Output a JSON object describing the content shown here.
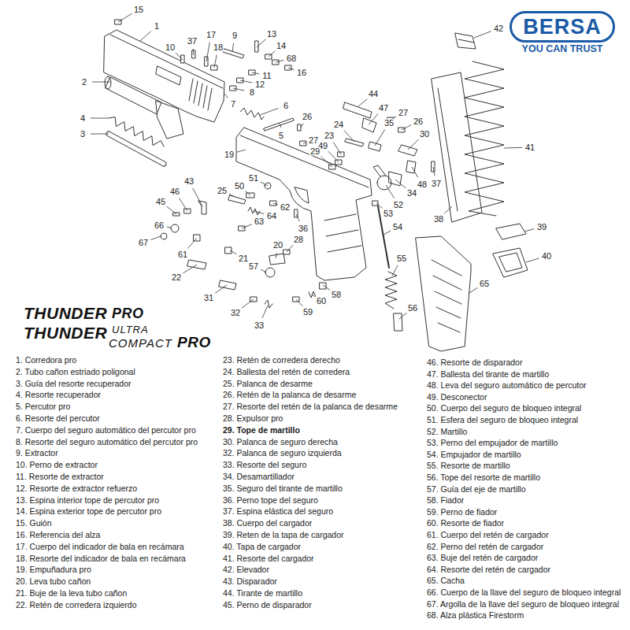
{
  "diagram": {
    "nodes": [
      {
        "text": [
          "BERSA",
          "YOU CAN TRUST"
        ]
      }
    ],
    "labels": [
      "15",
      "1",
      "42",
      "10",
      "37",
      "17",
      "18",
      "9",
      "13",
      "14",
      "68",
      "11",
      "16",
      "12",
      "8",
      "7",
      "2",
      "6",
      "4",
      "3",
      "5",
      "26",
      "27",
      "44",
      "47",
      "27",
      "35",
      "26",
      "30",
      "41",
      "24",
      "23",
      "49",
      "29",
      "19",
      "51",
      "50",
      "25",
      "43",
      "46",
      "45",
      "66",
      "67",
      "61",
      "64",
      "62",
      "63",
      "36",
      "28",
      "20",
      "57",
      "21",
      "22",
      "31",
      "32",
      "33",
      "59",
      "60",
      "58",
      "52",
      "53",
      "54",
      "55",
      "56",
      "34",
      "48",
      "37",
      "38",
      "39",
      "40",
      "65",
      "THUNDER",
      "PRO",
      "THUNDER",
      "ULTRA",
      "COMPACT",
      "PRO",
      "1. Corredora pro",
      "2. Tubo cañon estriado poligonal",
      "3. Guía del resorte recuperador",
      "4. Resorte recuperador",
      "5. Percutor pro",
      "6. Resorte del percutor",
      "7. Cuerpo del seguro automático del percutor pro",
      "8. Resorte del seguro automático del percutor pro",
      "9. Extractor",
      "10. Perno de extractor",
      "11. Resorte de extractor",
      "12. Resorte de extractor refuerzo",
      "13. Espina interior tope de percutor pro",
      "14. Espina exterior tope de percutor pro",
      "15. Guión",
      "16. Referencia del alza",
      "17. Cuerpo del indicador de bala en recámara",
      "18. Resorte del indicador de bala en recámara",
      "19. Empuñadura pro",
      "20. Leva tubo cañon",
      "21. Buje de la leva tubo cañon",
      "22. Retén de corredera izquierdo",
      "23. Retén de corredera derecho",
      "24. Ballesta del retén de corredera",
      "25. Palanca de desarme",
      "26. Retén de la palanca de desarme",
      "27. Resorte del retén de la palanca de desarme",
      "28. Expulsor pro",
      "29. Tope de martillo",
      "30. Palanca de seguro derecha",
      "32. Palanca de seguro izquierda",
      "33. Resorte del seguro",
      "34. Desamartillador",
      "35. Seguro del tirante de martillo",
      "36. Perno tope del seguro",
      "37. Espina elástica del seguro",
      "38. Cuerpo del cargador",
      "39. Reten de la tapa de cargador",
      "40. Tapa de cargador",
      "41. Resorte del cargador",
      "42. Elevador",
      "43. Disparador",
      "44. Tirante de martillo",
      "45. Perno de disparador",
      "46. Resorte de disparador",
      "47. Ballesta del tirante de martillo",
      "48. Leva del seguro automático de percutor",
      "49. Desconector",
      "50. Cuerpo del seguro de bloqueo integral",
      "51. Esfera del seguro de bloqueo integral",
      "52. Martillo",
      "53. Perno del empujador de martillo",
      "54. Empujador de martillo",
      "55. Resorte de martillo",
      "56. Tope del resorte de martillo",
      "57. Guía del eje de martillo",
      "58. Fiador",
      "59. Perno de fiador",
      "60. Resorte de fiador",
      "61. Cuerpo del retén de cargador",
      "62. Perno del retén de cargador",
      "63. Buje del retén de cargador",
      "64. Resorte del retén de cargador",
      "65. Cacha",
      "66. Cuerpo de la llave del seguro de bloqueo integral",
      "67. Argolla de la llave del seguro de bloqueo integral",
      "68. Alza plástica Firestorm"
    ]
  }
}
